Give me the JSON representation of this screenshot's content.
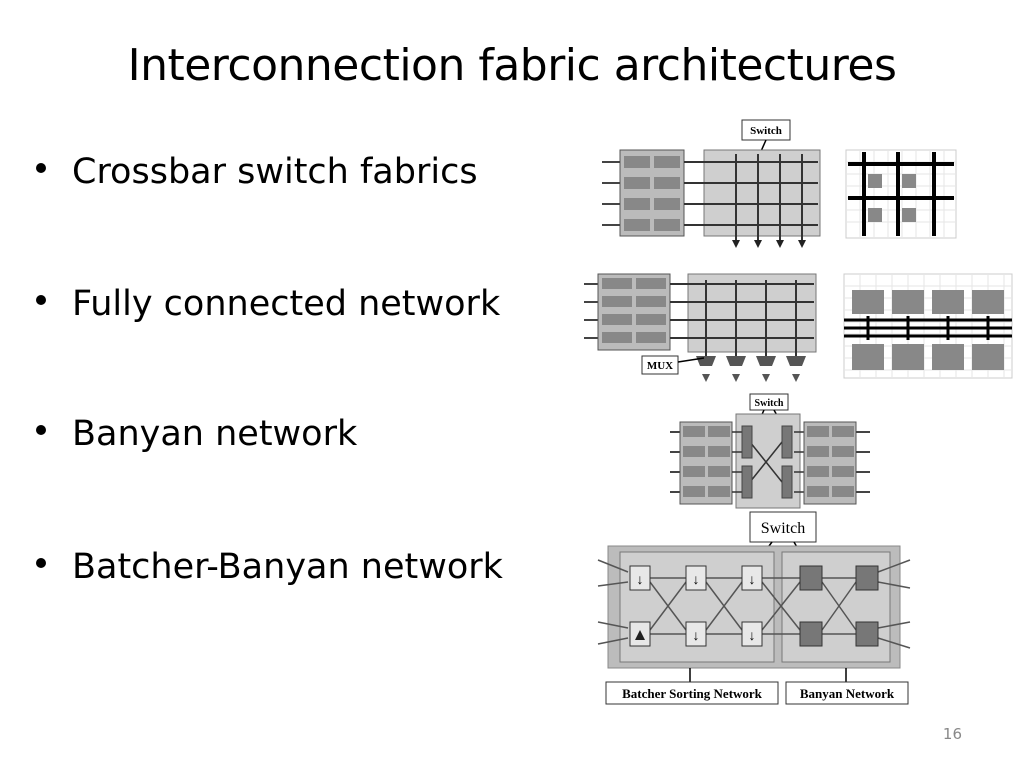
{
  "slide": {
    "title": "Interconnection fabric architectures",
    "page_number": "16"
  },
  "bullets": [
    "Crossbar switch fabrics",
    "Fully connected network",
    "Banyan network",
    "Batcher-Banyan network"
  ],
  "figures": {
    "crossbar": {
      "callout": "Switch"
    },
    "fully_connected": {
      "callout": "MUX"
    },
    "banyan": {
      "callout": "Switch"
    },
    "batcher_banyan": {
      "callout": "Switch",
      "left_label": "Batcher Sorting Network",
      "right_label": "Banyan Network"
    }
  }
}
